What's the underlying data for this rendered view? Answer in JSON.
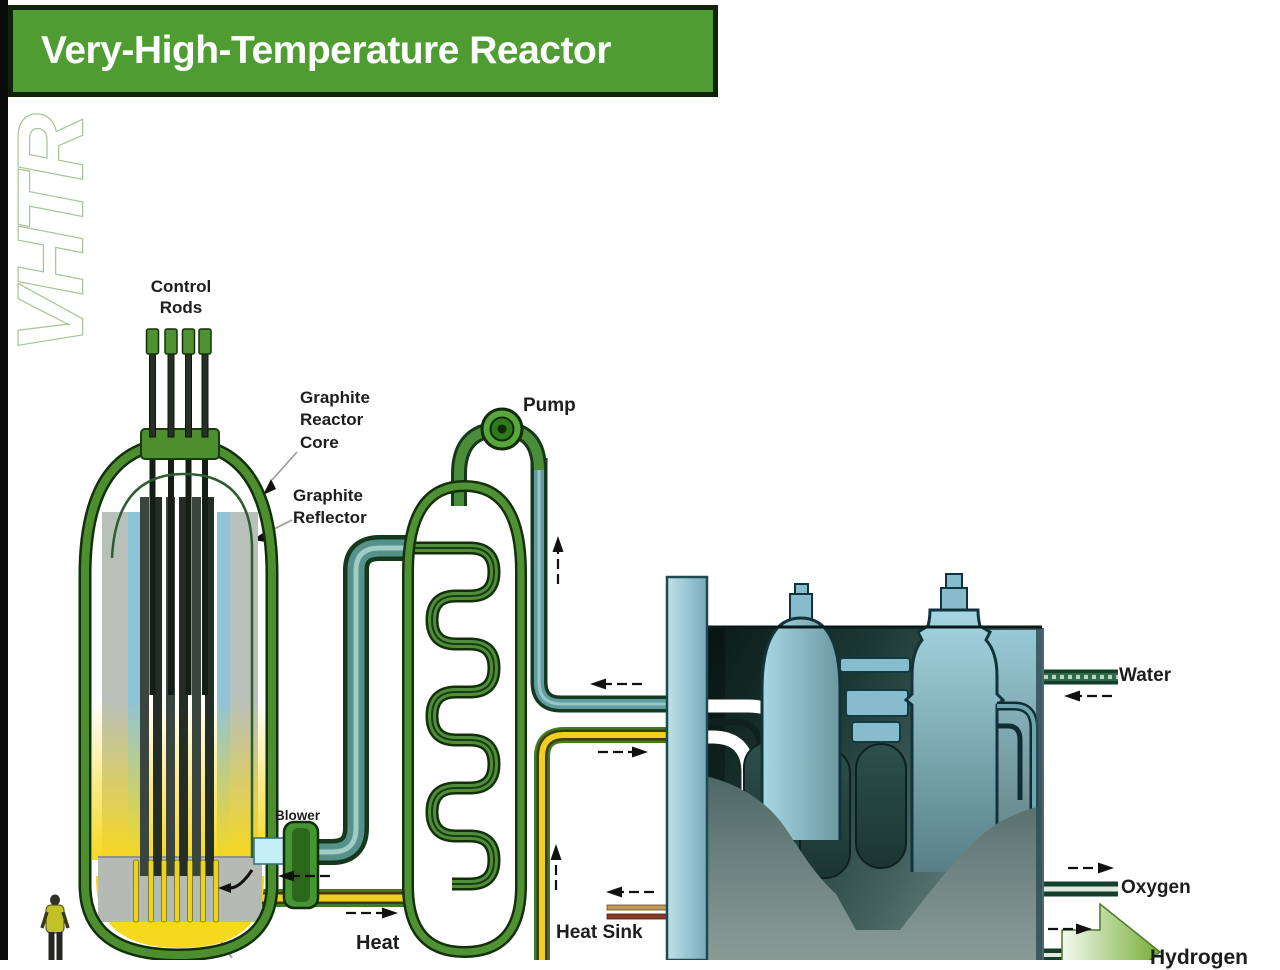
{
  "title": "Very-High-Temperature Reactor",
  "watermark": "VHTR",
  "labels": {
    "control_rods": "Control Rods",
    "graphite_reactor_core": "Graphite Reactor Core",
    "graphite_reflector": "Graphite Reflector",
    "pump": "Pump",
    "blower": "Blower",
    "heat": "Heat",
    "heat_sink": "Heat Sink",
    "water": "Water",
    "oxygen": "Oxygen",
    "hydrogen": "Hydrogen"
  },
  "colors": {
    "banner_green": "#4e9c32",
    "vessel_green": "#4d8f2f",
    "hot_yellow": "#f6d81f",
    "coolant_teal": "#5f9da4",
    "core_dark": "#2f3b33",
    "building_dark": "#16302c",
    "tank_blue": "#8fc3d4",
    "hydrogen_arrow_green": "#8cc63f",
    "heat_sink_red": "#8a3a24"
  },
  "flow_arrows": [
    {
      "name": "cold-helium-return-to-reactor",
      "direction": "left"
    },
    {
      "name": "hot-helium-to-heat-exchanger",
      "direction": "right"
    },
    {
      "name": "secondary-loop-riser",
      "direction": "up"
    },
    {
      "name": "return-from-hydrogen-plant",
      "direction": "left"
    },
    {
      "name": "supply-to-hydrogen-plant",
      "direction": "right"
    },
    {
      "name": "yellow-riser-to-plant",
      "direction": "up"
    },
    {
      "name": "heat-sink-line",
      "direction": "left"
    },
    {
      "name": "water-inlet",
      "direction": "left"
    },
    {
      "name": "oxygen-outlet",
      "direction": "right"
    },
    {
      "name": "hydrogen-outlet",
      "direction": "right"
    }
  ]
}
